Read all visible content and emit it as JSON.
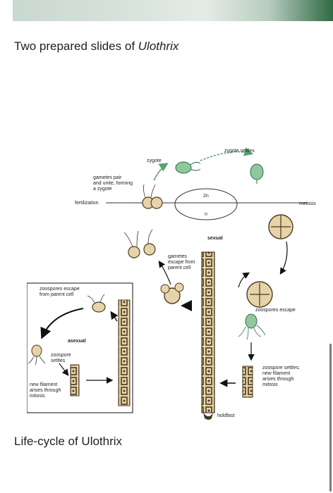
{
  "header_image": {
    "description_colors": [
      "#d7e3da",
      "#2f6a45"
    ]
  },
  "caption_top": {
    "prefix": "Two prepared slides of ",
    "italic": "Ulothrix"
  },
  "diagram": {
    "labels": {
      "zygote": "zygote",
      "zygote_settles": "zygote settles",
      "gametes_pair_1": "gametes pair",
      "gametes_pair_2": "and unite, forming",
      "gametes_pair_3": "a zygote",
      "fertilization": "fertilization",
      "meiosis": "meiosis",
      "two_n": "2n",
      "n": "n",
      "sexual": "sexual",
      "gametes_escape_1": "gametes",
      "gametes_escape_2": "escape from",
      "gametes_escape_3": "parent cell",
      "zoospores_escape_parent_1": "zoospores escape",
      "zoospores_escape_parent_2": "from parent cell",
      "zoospores_escape": "zoospores escape",
      "asexual": "asexual",
      "zoospore_settles_1": "zoospore",
      "zoospore_settles_2": "settles",
      "new_filament_left_1": "new filament",
      "new_filament_left_2": "arises through",
      "new_filament_left_3": "mitosis",
      "zoospore_settles_right_1": "zoospore settles;",
      "zoospore_settles_right_2": "new filament",
      "zoospore_settles_right_3": "arises through",
      "zoospore_settles_right_4": "mitosis",
      "holdfast": "holdfast"
    }
  },
  "caption_bottom": {
    "text": "Life-cycle of Ulothrix"
  },
  "colors": {
    "cell_fill": "#e6d3a8",
    "cell_dark": "#4a3a22",
    "accent_green": "#5aa072"
  }
}
